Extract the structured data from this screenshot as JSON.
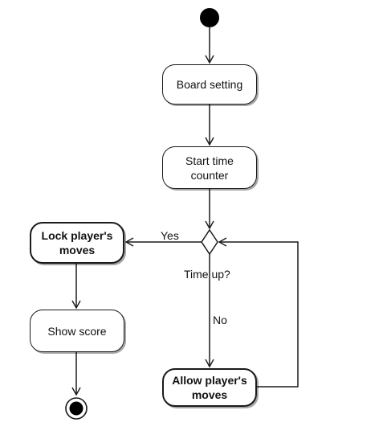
{
  "nodes": {
    "board_setting": "Board setting",
    "start_time_counter": "Start time\ncounter",
    "lock_moves": "Lock player's\nmoves",
    "show_score": "Show score",
    "allow_moves": "Allow player's\nmoves"
  },
  "decision": {
    "question": "Time up?",
    "yes_label": "Yes",
    "no_label": "No"
  },
  "colors": {
    "stroke": "#1a1a1a",
    "fill": "#ffffff",
    "text": "#111111"
  }
}
